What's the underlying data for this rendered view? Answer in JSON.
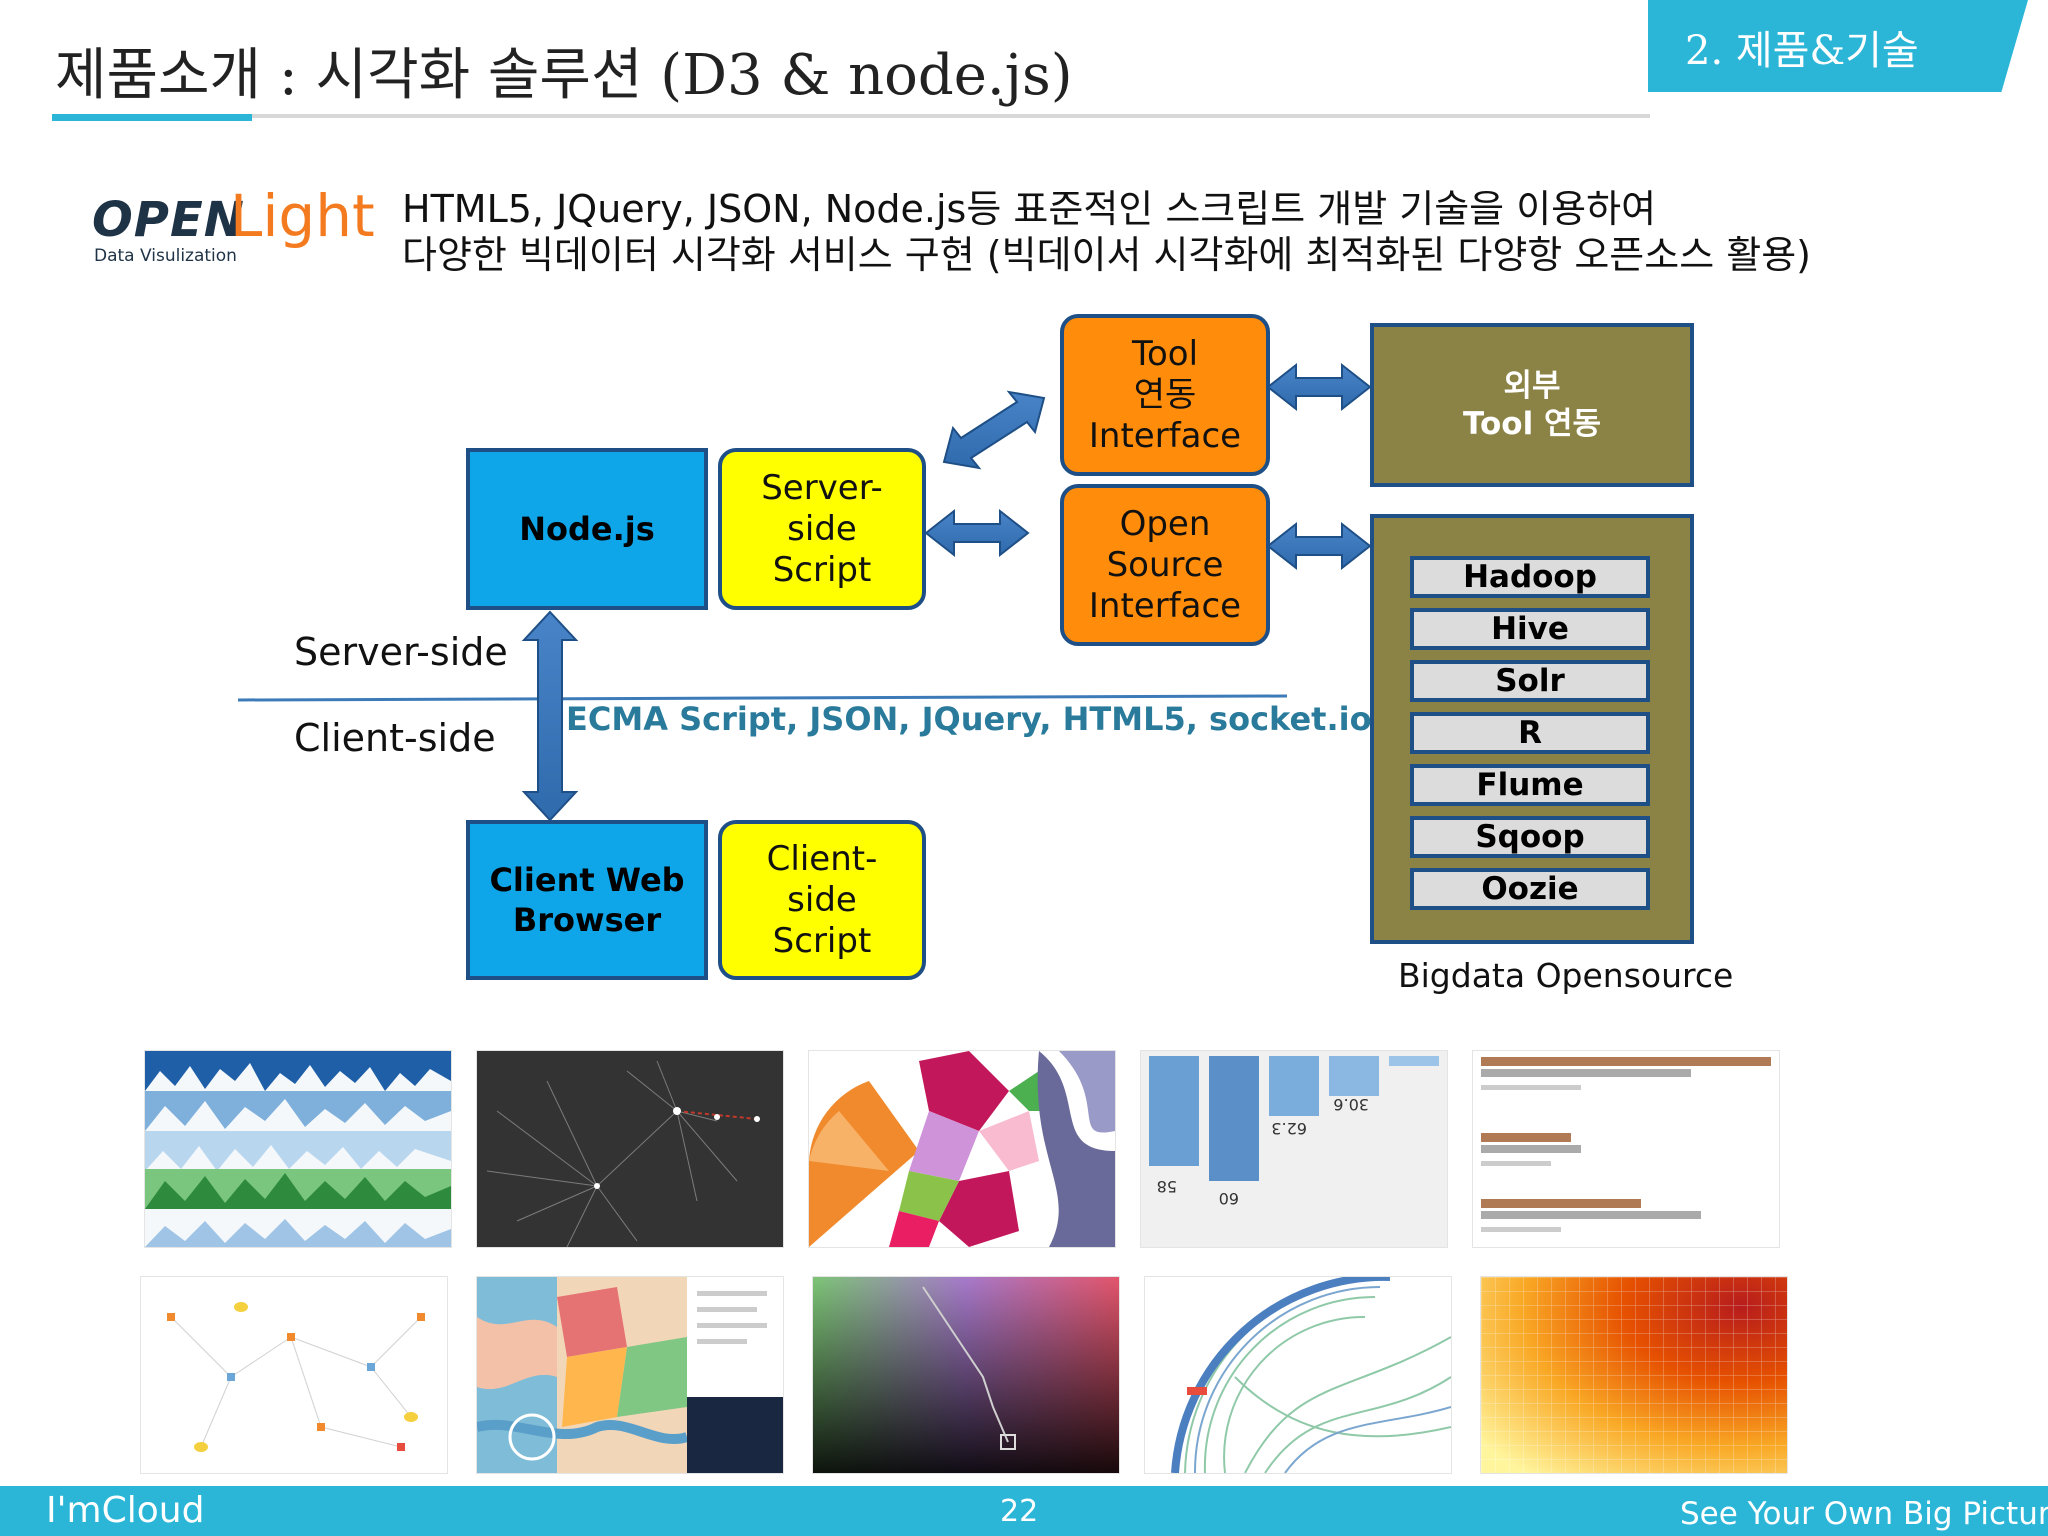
{
  "header": {
    "title": "제품소개 : 시각화 솔루션 (D3 & node.js)",
    "section_label": "2. 제품&기술",
    "accent_color": "#2bb6d8"
  },
  "logo": {
    "open": "OPEN",
    "light": "Light",
    "subtitle": "Data Visulization"
  },
  "description": {
    "line1": "HTML5, JQuery, JSON, Node.js등 표준적인 스크립트 개발 기술을 이용하여",
    "line2": "다양한 빅데이터 시각화 서비스 구현 (빅데이서 시각화에 최적화된 다양항 오픈소스 활용)"
  },
  "diagram": {
    "nodejs": "Node.js",
    "server_script": [
      "Server-",
      "side",
      "Script"
    ],
    "tool_interface": [
      "Tool",
      "연동",
      "Interface"
    ],
    "open_source_interface": [
      "Open",
      "Source",
      "Interface"
    ],
    "external_tool": [
      "외부",
      "Tool 연동"
    ],
    "hadoop_stack": [
      "Hadoop",
      "Hive",
      "Solr",
      "R",
      "Flume",
      "Sqoop",
      "Oozie"
    ],
    "bigdata_label": "Bigdata Opensource",
    "server_side_label": "Server-side",
    "client_side_label": "Client-side",
    "tech_label": "ECMA Script, JSON, JQuery, HTML5, socket.io",
    "client_browser": [
      "Client Web",
      "Browser"
    ],
    "client_script": [
      "Client-",
      "side",
      "Script"
    ],
    "colors": {
      "blue": "#0ea5e9",
      "yellow": "#ffff00",
      "orange": "#ff8c0a",
      "olive": "#8b8246",
      "arrow": "#3a6fb3",
      "tech_text": "#2a7b9b"
    }
  },
  "thumbnails": [
    "streamgraph-thumb",
    "force-network-thumb",
    "voronoi-sunburst-thumb",
    "bar-chart-thumb",
    "horizontal-bar-thumb",
    "node-graph-thumb",
    "map-thumb",
    "color-gradient-thumb",
    "chord-diagram-thumb",
    "heatmap-thumb"
  ],
  "footer": {
    "brand": "I'mCloud",
    "page_number": "22",
    "tagline": "See Your Own Big Picture"
  }
}
